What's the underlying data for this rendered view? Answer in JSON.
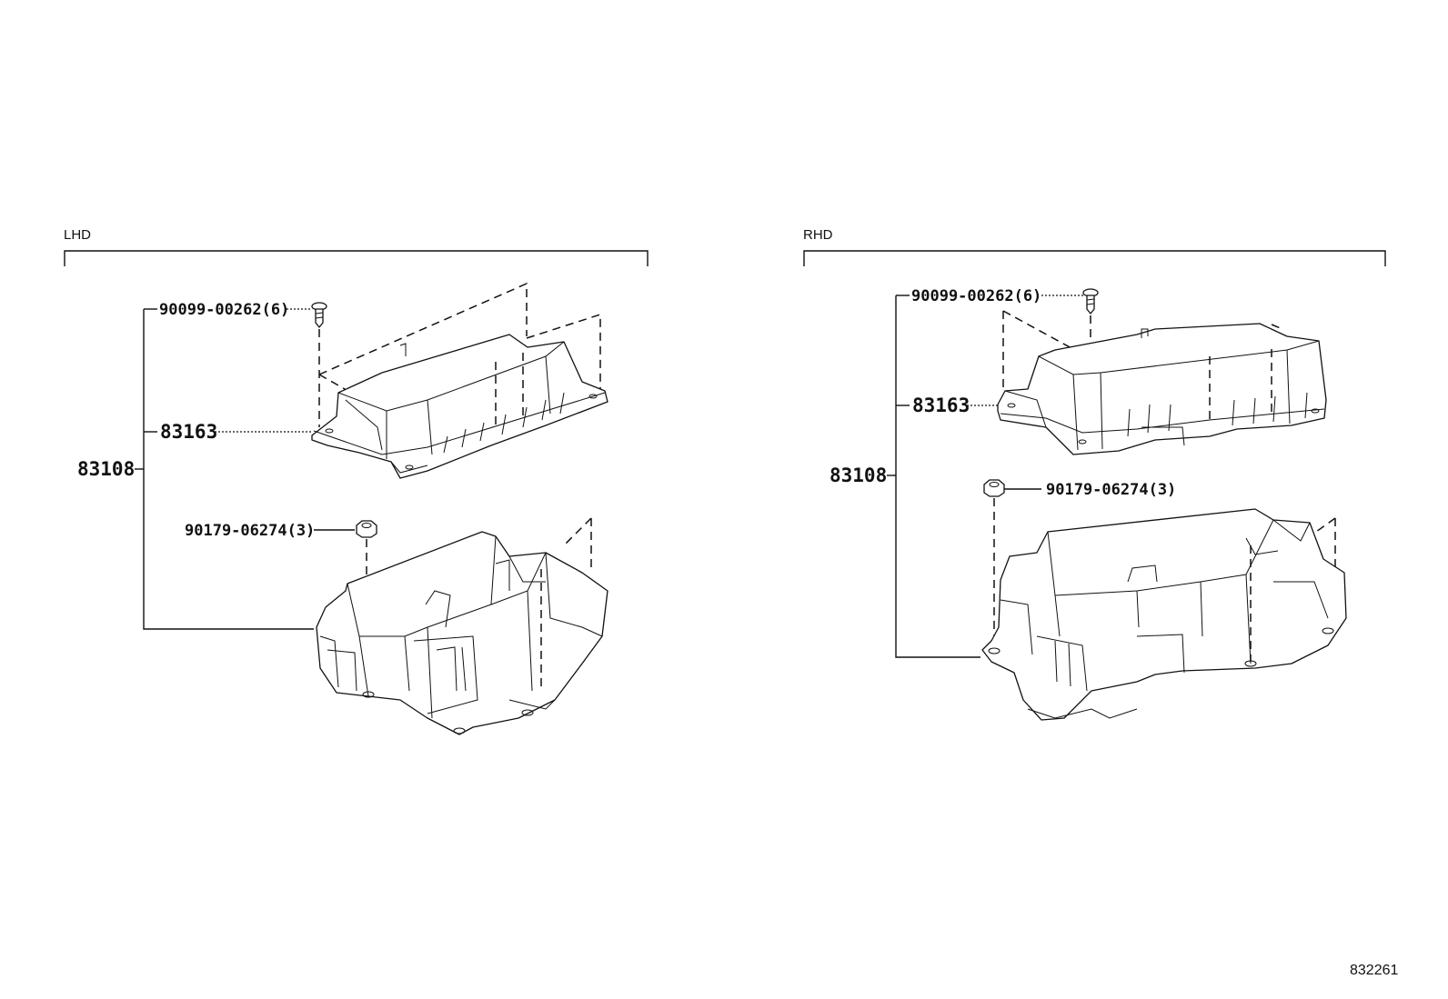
{
  "sections": {
    "lhd": {
      "title": "LHD",
      "assembly": "83108",
      "cover": "83163",
      "screw": "90099-00262(6)",
      "nut": "90179-06274(3)"
    },
    "rhd": {
      "title": "RHD",
      "assembly": "83108",
      "cover": "83163",
      "screw": "90099-00262(6)",
      "nut": "90179-06274(3)"
    }
  },
  "diagram_id": "832261"
}
